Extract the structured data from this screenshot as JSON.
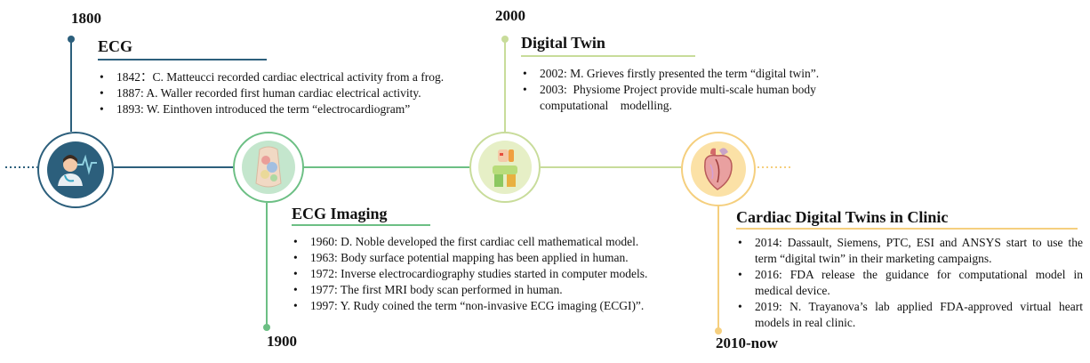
{
  "eras": [
    {
      "year": "1800",
      "title": "ECG",
      "color": "#2c5f7c",
      "icon": "doctor-with-ecg-icon",
      "items": [
        "1842：C. Matteucci recorded cardiac electrical activity from a frog.",
        "1887: A. Waller recorded first human cardiac electrical activity.",
        "1893: W. Einthoven introduced the term “electrocardiogram”"
      ]
    },
    {
      "year": "1900",
      "title": "ECG Imaging",
      "color": "#6cbf84",
      "icon": "human-torso-map-icon",
      "items": [
        "1960: D. Noble developed the first cardiac cell mathematical model.",
        "1963: Body surface potential mapping has been applied in human.",
        "1972: Inverse electrocardiography studies started in computer models.",
        "1977: The first MRI body scan performed in human.",
        "1997: Y. Rudy coined the term “non-invasive ECG imaging (ECGI)”."
      ]
    },
    {
      "year": "2000",
      "title": "Digital Twin",
      "color": "#c8dc9a",
      "icon": "digital-human-icon",
      "items": [
        "2002: M. Grieves firstly presented the term “digital twin”.",
        "2003:  Physiome Project provide multi-scale human body computational    modelling."
      ]
    },
    {
      "year": "2010-now",
      "title": "Cardiac Digital Twins in Clinic",
      "color": "#f5cf7e",
      "icon": "heart-model-icon",
      "items": [
        "2014: Dassault, Siemens, PTC, ESI and ANSYS start to use the term “digital twin” in their marketing campaigns.",
        "2016: FDA release the guidance for computational model in medical device.",
        "2019: N. Trayanova’s lab applied FDA-approved virtual heart models in real clinic."
      ]
    }
  ]
}
